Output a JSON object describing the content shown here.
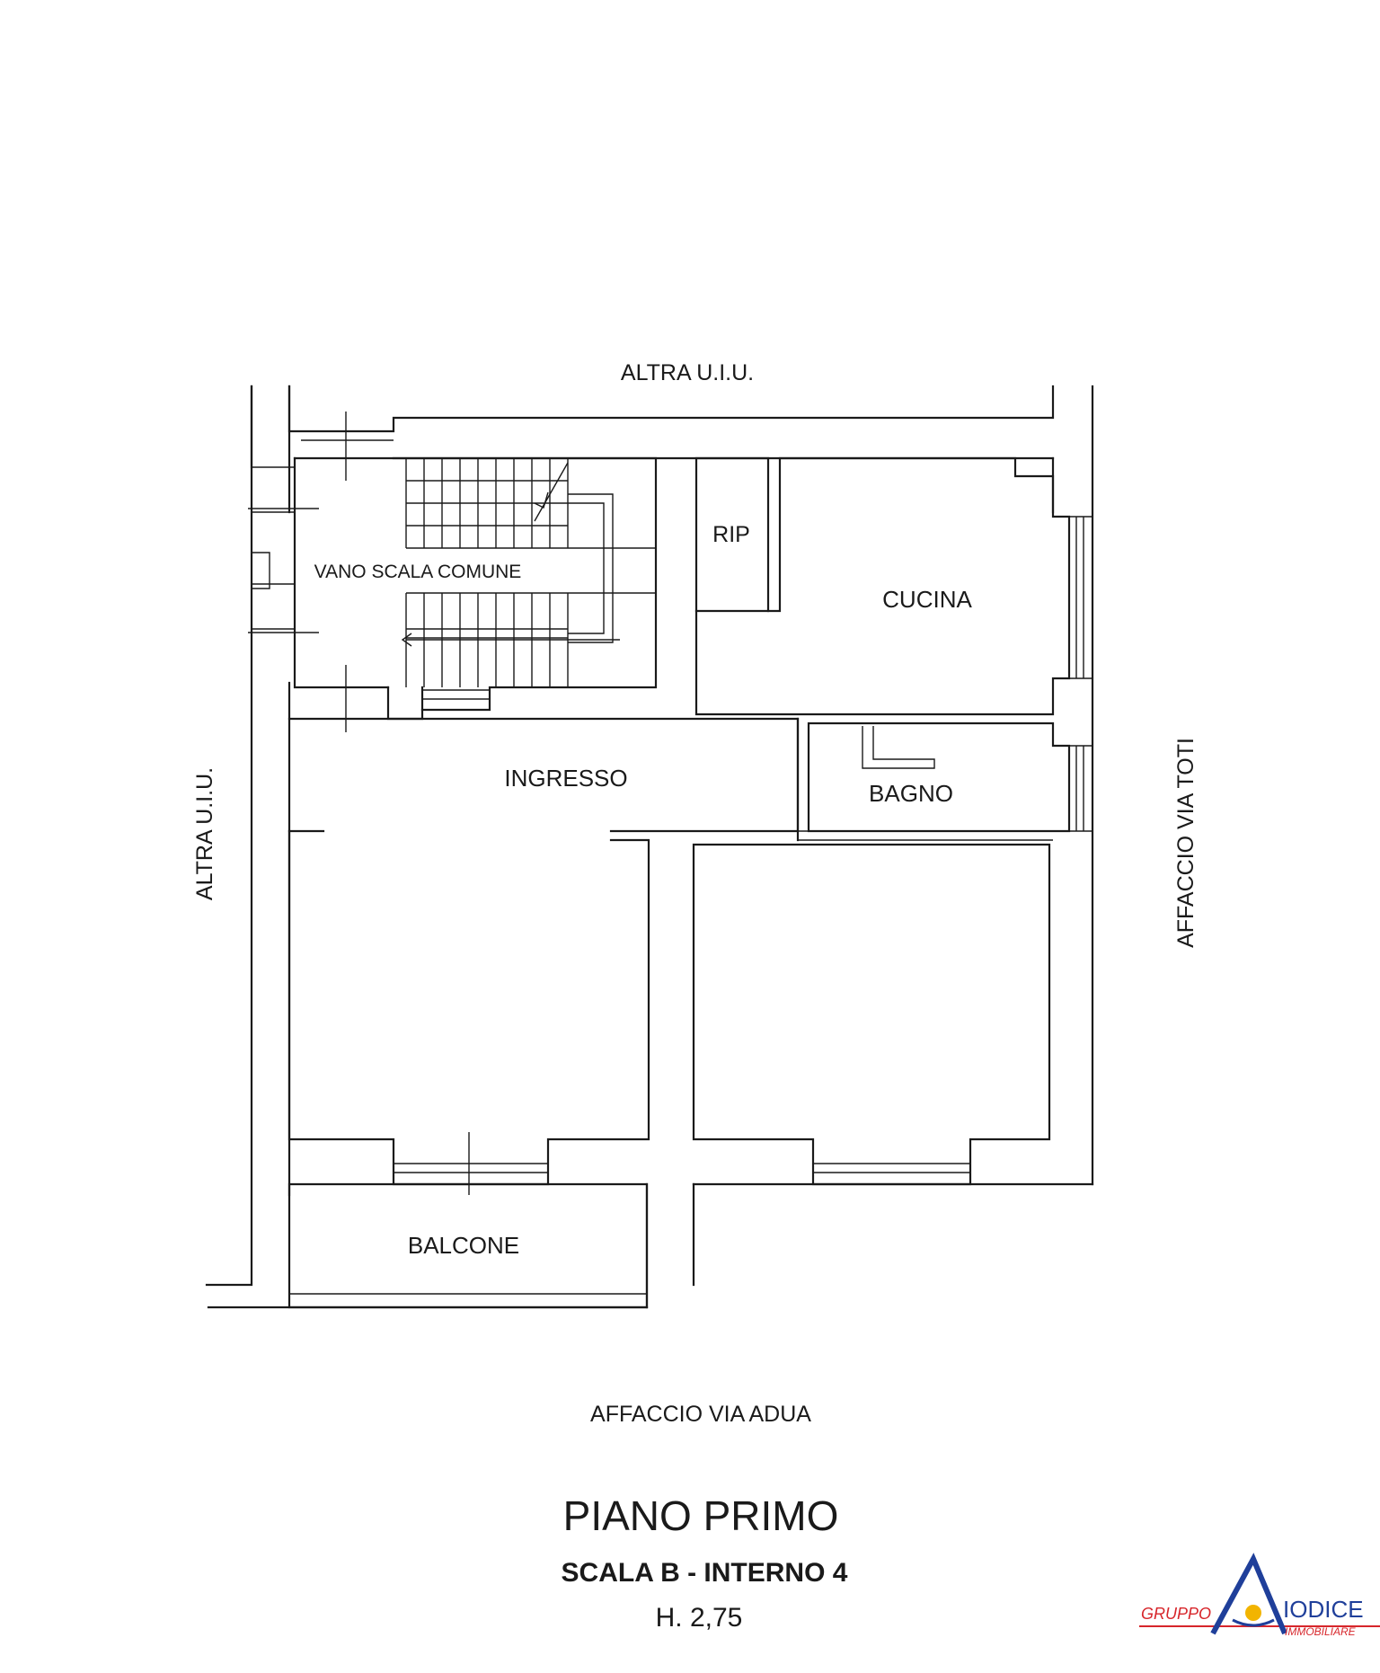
{
  "plan": {
    "neighbors": {
      "top": "ALTRA U.I.U.",
      "left": "ALTRA U.I.U.",
      "right": "AFFACCIO VIA TOTI",
      "bottom": "AFFACCIO VIA ADUA"
    },
    "rooms": {
      "stair": "VANO SCALA COMUNE",
      "storage": "RIP",
      "kitchen": "CUCINA",
      "entrance": "INGRESSO",
      "bathroom": "BAGNO",
      "balcony": "BALCONE"
    }
  },
  "title_block": {
    "floor": "PIANO PRIMO",
    "unit": "SCALA B - INTERNO 4",
    "height": "H. 2,75"
  },
  "logo": {
    "left_text": "GRUPPO",
    "brand": "IODICE",
    "sub": "IMMOBILIARE",
    "colors": {
      "red": "#d7262b",
      "blue": "#1f3f9a",
      "yellow": "#f2b400"
    }
  }
}
